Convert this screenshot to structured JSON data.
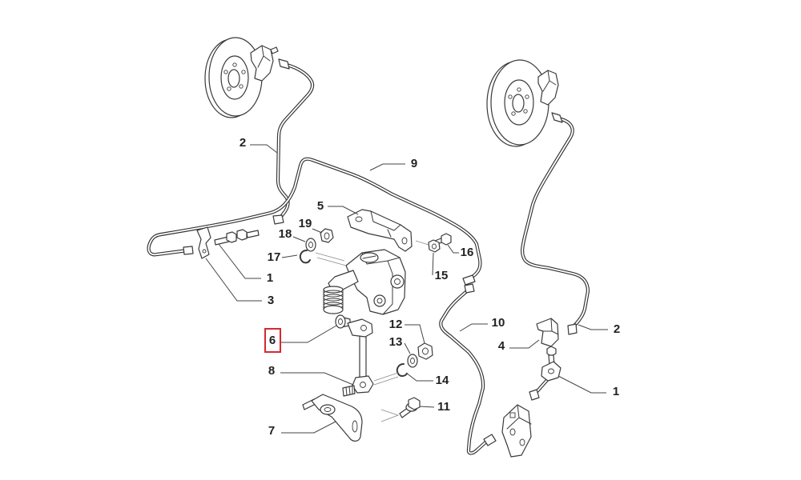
{
  "diagram": {
    "callouts": [
      "2",
      "9",
      "5",
      "19",
      "18",
      "16",
      "17",
      "1",
      "15",
      "3",
      "2",
      "10",
      "12",
      "4",
      "13",
      "8",
      "14",
      "1",
      "11",
      "7"
    ],
    "highlighted": {
      "label": "6",
      "color": "#d7282f"
    }
  },
  "colors": {
    "line": "#3a3a3a",
    "background": "#ffffff"
  }
}
